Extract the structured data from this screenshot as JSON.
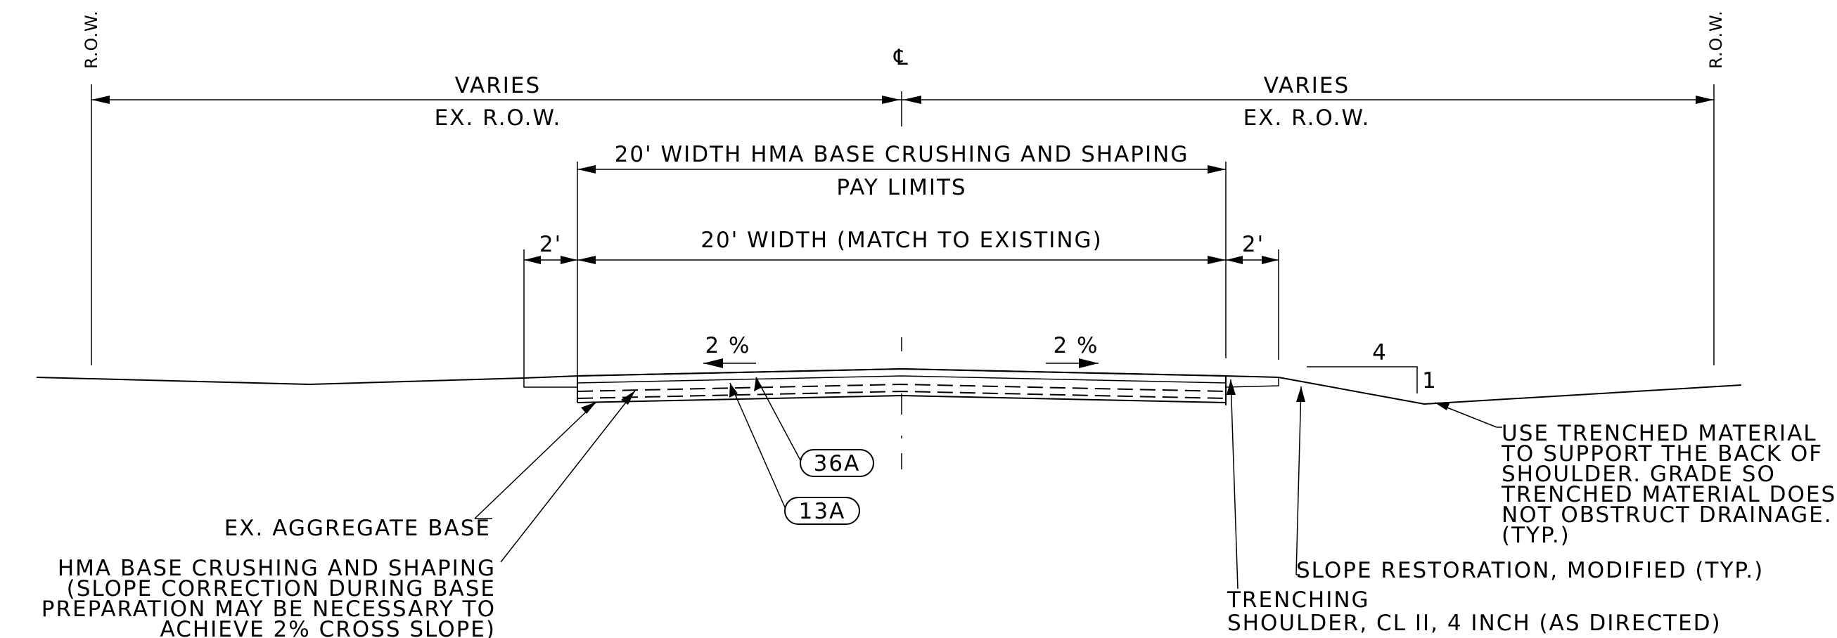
{
  "labels": {
    "row_left": "R.O.W.",
    "row_right": "R.O.W.",
    "centerline": "℄",
    "varies_left": "VARIES",
    "varies_right": "VARIES",
    "ex_row_left": "EX. R.O.W.",
    "ex_row_right": "EX. R.O.W.",
    "hma_width": "20' WIDTH HMA BASE CRUSHING AND SHAPING",
    "pay_limits": "PAY LIMITS",
    "match_width": "20' WIDTH (MATCH TO EXISTING)",
    "two_ft_left": "2'",
    "two_ft_right": "2'",
    "slope_left": "2 %",
    "slope_right": "2 %",
    "ratio_run": "4",
    "ratio_rise": "1",
    "tag_36a": "36A",
    "tag_13a": "13A"
  },
  "notes": {
    "ex_aggregate_base": "EX. AGGREGATE BASE",
    "hma_base": [
      "HMA BASE CRUSHING AND SHAPING",
      "(SLOPE CORRECTION DURING BASE",
      "PREPARATION MAY BE NECESSARY TO",
      "ACHIEVE 2% CROSS SLOPE)"
    ],
    "trenched_material": [
      "USE TRENCHED MATERIAL",
      "TO SUPPORT THE BACK OF",
      "SHOULDER. GRADE SO",
      "TRENCHED MATERIAL DOES",
      "NOT OBSTRUCT DRAINAGE.",
      "(TYP.)"
    ],
    "slope_restoration": "SLOPE RESTORATION, MODIFIED (TYP.)",
    "trenching": [
      "TRENCHING",
      "SHOULDER, CL II, 4 INCH (AS DIRECTED)"
    ]
  }
}
